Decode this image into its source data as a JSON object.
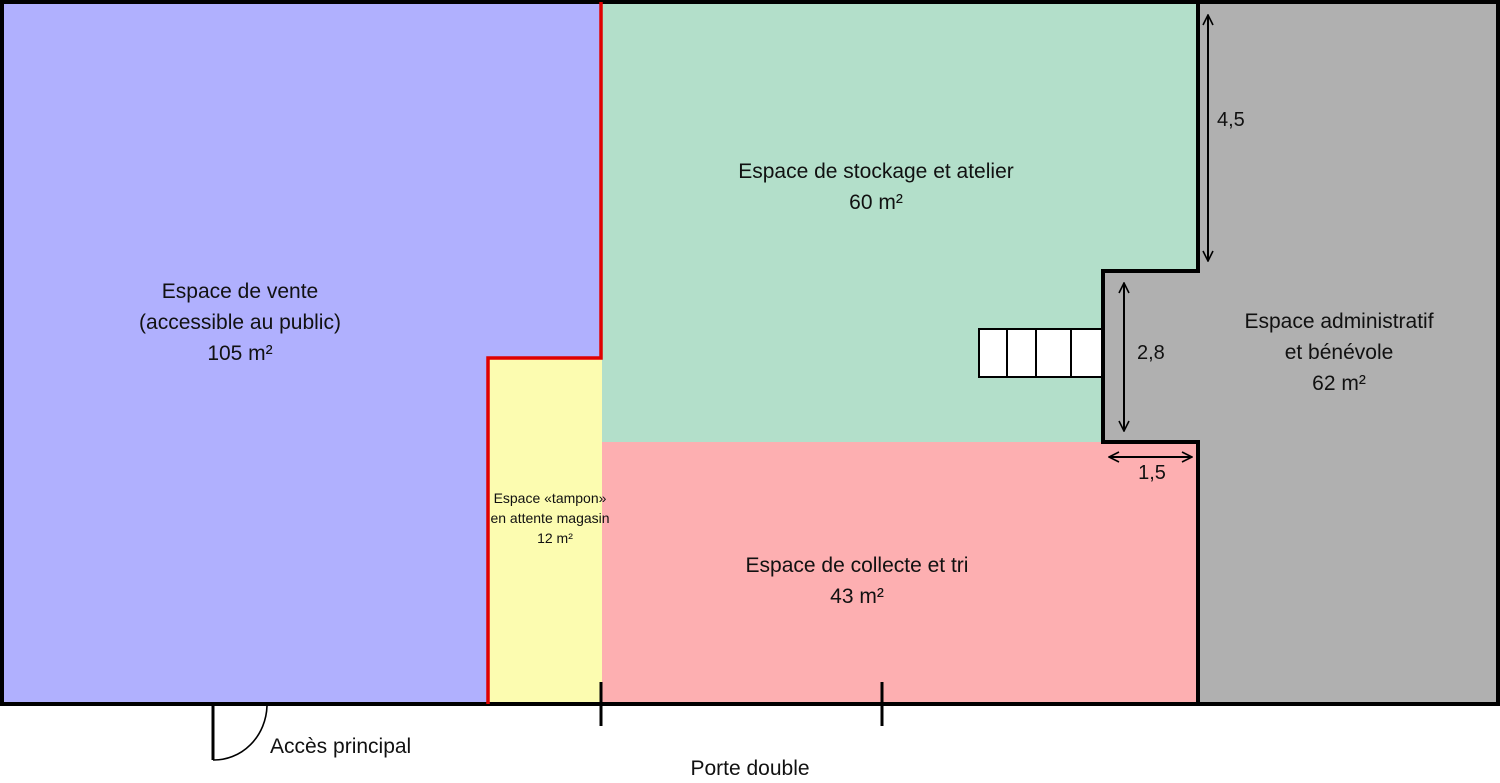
{
  "rooms": {
    "vente": {
      "line1": "Espace de vente",
      "line2": "(accessible au public)",
      "area": "105 m²",
      "color": "#b0b0fe"
    },
    "stockage": {
      "line1": "Espace de stockage et atelier",
      "area": "60 m²",
      "color": "#b3dfca"
    },
    "tampon": {
      "line1": "Espace «tampon»",
      "line2": "en attente magasin",
      "area": "12 m²",
      "color": "#fcfcb0"
    },
    "collecte": {
      "line1": "Espace de collecte et tri",
      "area": "43 m²",
      "color": "#fdafb1"
    },
    "admin": {
      "line1": "Espace administratif",
      "line2": "et bénévole",
      "area": "62 m²",
      "color": "#b0b0b0"
    }
  },
  "dimensions": {
    "top": "4,5",
    "middle": "2,8",
    "horizontal": "1,5"
  },
  "doors": {
    "main": "Accès principal",
    "double": "Porte double"
  },
  "colors": {
    "wall": "#000000",
    "partition": "#e00000"
  }
}
